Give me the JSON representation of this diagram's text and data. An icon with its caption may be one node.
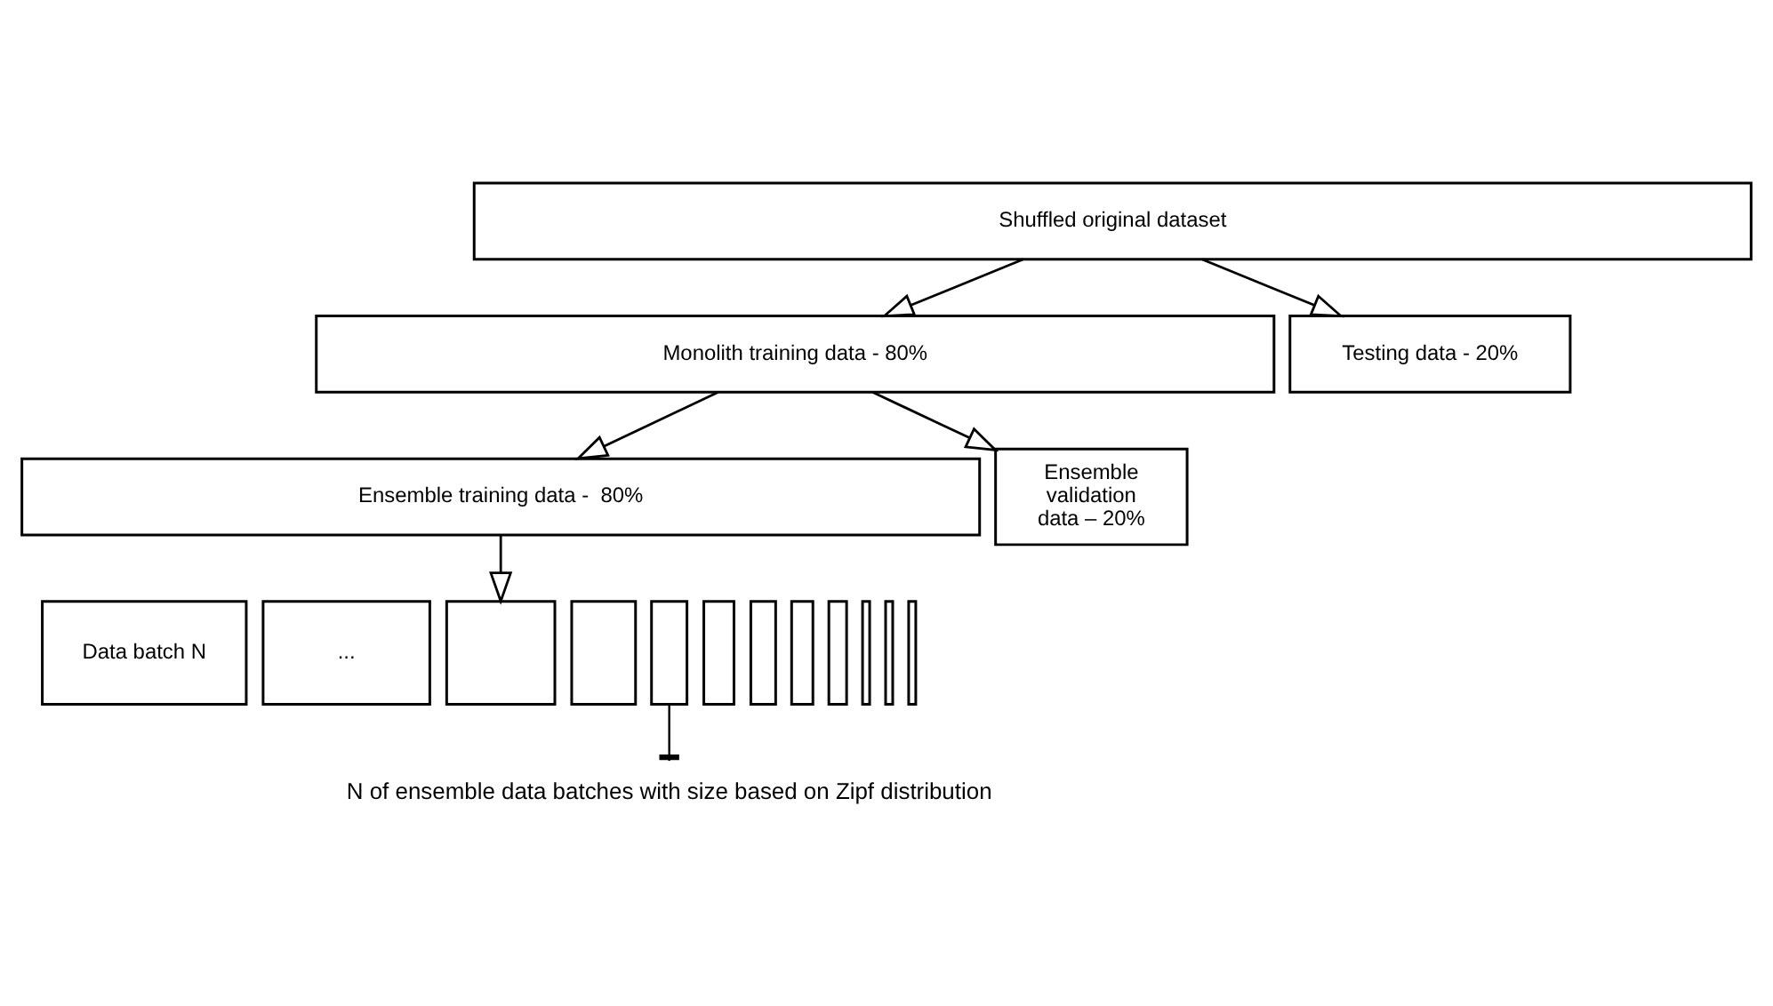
{
  "diagram": {
    "nodes": [
      {
        "text": [
          "Shuffled original dataset"
        ]
      },
      {
        "text": [
          "Monolith training data - 80%"
        ]
      },
      {
        "text": [
          "Testing data - 20%"
        ]
      },
      {
        "text": [
          "Ensemble training data -  80%"
        ]
      },
      {
        "text": [
          "Ensemble validation data – 20%"
        ]
      },
      {
        "text": [
          "Data batch N"
        ]
      },
      {
        "text": [
          "..."
        ]
      },
      {
        "text": [],
        "shape": "box"
      },
      {
        "text": [],
        "shape": "box"
      },
      {
        "text": [],
        "shape": "box"
      },
      {
        "text": [],
        "shape": "box"
      },
      {
        "text": [],
        "shape": "box"
      },
      {
        "text": [],
        "shape": "box"
      },
      {
        "text": [],
        "shape": "box"
      },
      {
        "text": [],
        "shape": "box"
      },
      {
        "text": [],
        "shape": "box"
      },
      {
        "text": [],
        "shape": "box"
      }
    ],
    "edges": [
      {
        "from": 0,
        "to": 1,
        "arrow": "to"
      },
      {
        "from": 0,
        "to": 2,
        "arrow": "to"
      },
      {
        "from": 1,
        "to": 3,
        "arrow": "to"
      },
      {
        "from": 1,
        "to": 4,
        "arrow": "to"
      },
      {
        "from": 3,
        "to": 7,
        "arrow": "to"
      }
    ],
    "labels": [
      "N of ensemble data batches with size based on Zipf distribution"
    ]
  }
}
